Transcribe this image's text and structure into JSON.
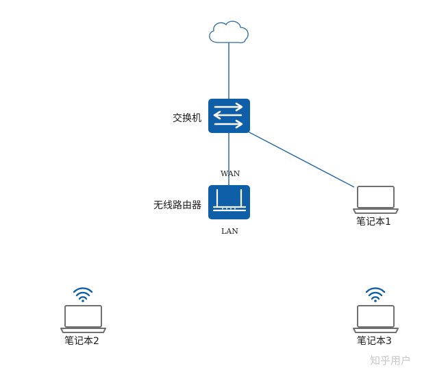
{
  "nodes": {
    "switch": {
      "label": "交换机",
      "icon": "switch-icon"
    },
    "router": {
      "label": "无线路由器",
      "icon": "wireless-router-icon",
      "wan_label": "WAN",
      "lan_label": "LAN"
    },
    "laptop1": {
      "label": "笔记本1",
      "icon": "laptop-icon"
    },
    "laptop2": {
      "label": "笔记本2",
      "icon": "laptop-icon",
      "wifi": "wifi-icon"
    },
    "laptop3": {
      "label": "笔记本3",
      "icon": "laptop-icon",
      "wifi": "wifi-icon"
    },
    "internet": {
      "icon": "cloud-icon"
    }
  },
  "watermark": "知乎用户",
  "colors": {
    "device_blue": "#0f5fa8",
    "link_line": "#2a6aa8",
    "laptop_stroke": "#6f6f6f"
  }
}
